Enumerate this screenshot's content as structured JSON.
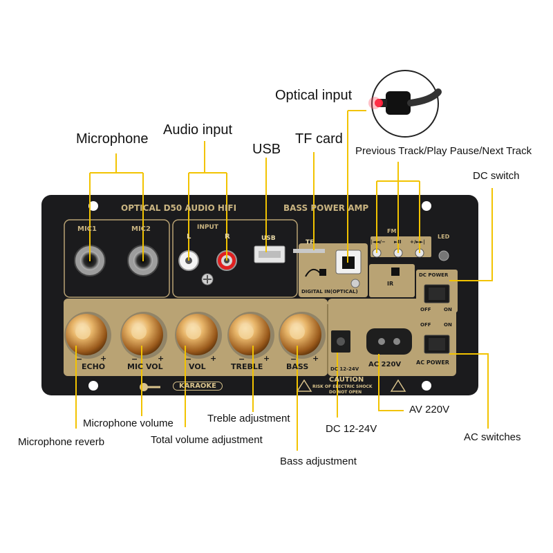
{
  "callouts": {
    "optical_input": "Optical input",
    "microphone": "Microphone",
    "audio_input": "Audio input",
    "usb": "USB",
    "tf_card": "TF card",
    "track_controls": "Previous Track/Play Pause/Next Track",
    "dc_switch": "DC switch",
    "microphone_volume": "Microphone volume",
    "microphone_reverb": "Microphone reverb",
    "treble_adjustment": "Treble adjustment",
    "total_volume_adjustment": "Total volume adjustment",
    "bass_adjustment": "Bass adjustment",
    "dc_voltage": "DC 12-24V",
    "av_voltage": "AV 220V",
    "ac_switches": "AC switches"
  },
  "panel": {
    "title": "OPTICAL D50 AUDIO HIFI",
    "subtitle": "BASS POWER AMP",
    "mic1": "MIC1",
    "mic2": "MIC2",
    "input": "INPUT",
    "input_l": "L",
    "input_r": "R",
    "usb": "USB",
    "tf": "TF",
    "digital_in": "DIGITAL IN(OPTICAL)",
    "fm": "FM",
    "btn_prev": "|◄◄/−",
    "btn_play": "►II",
    "btn_next": "+/►►|",
    "led": "LED",
    "ir": "IR",
    "dc_power": "DC POWER",
    "off": "OFF",
    "on": "ON",
    "ac_power": "AC POWER",
    "knob_echo": "ECHO",
    "knob_mic_vol": "MIC VOL",
    "knob_vol": "VOL",
    "knob_treble": "TREBLE",
    "knob_bass": "BASS",
    "minus": "−",
    "plus": "+",
    "dc_jack": "DC 12-24V",
    "ac_jack": "AC 220V",
    "karaoke": "KARAOKE",
    "caution": "CAUTION",
    "caution_1": "RISK OF ELECTRIC SHOCK",
    "caution_2": "DO NOT OPEN"
  },
  "colors": {
    "panel": "#1b1b1d",
    "gold": "#b9a374",
    "lead": "#f2c300",
    "knob": "#d8a254"
  }
}
